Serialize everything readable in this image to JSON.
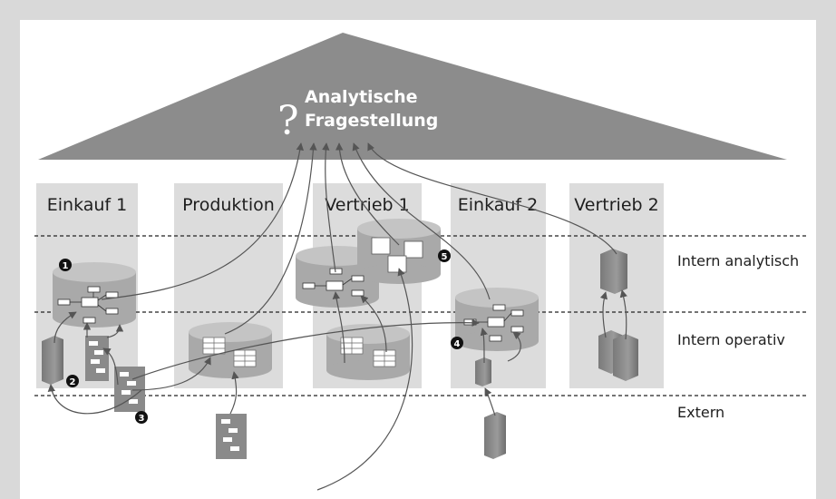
{
  "roof": {
    "question_mark": "?",
    "title_line1": "Analytische",
    "title_line2": "Fragestellung"
  },
  "pillars": [
    {
      "label": "Einkauf 1"
    },
    {
      "label": "Produktion"
    },
    {
      "label": "Vertrieb 1"
    },
    {
      "label": "Einkauf 2"
    },
    {
      "label": "Vertrieb 2"
    }
  ],
  "layers": [
    {
      "label": "Intern analytisch"
    },
    {
      "label": "Intern operativ"
    },
    {
      "label": "Extern"
    }
  ],
  "markers": [
    "1",
    "2",
    "3",
    "4",
    "5"
  ],
  "colors": {
    "frame": "#d9d9d9",
    "roof": "#8c8c8c",
    "pillar": "#dcdcdc",
    "cylinder": "#a9a9a9",
    "cylinder_top": "#c4c4c4",
    "box": "#8a8a8a",
    "arrow": "#555555",
    "dashed": "#222222"
  }
}
